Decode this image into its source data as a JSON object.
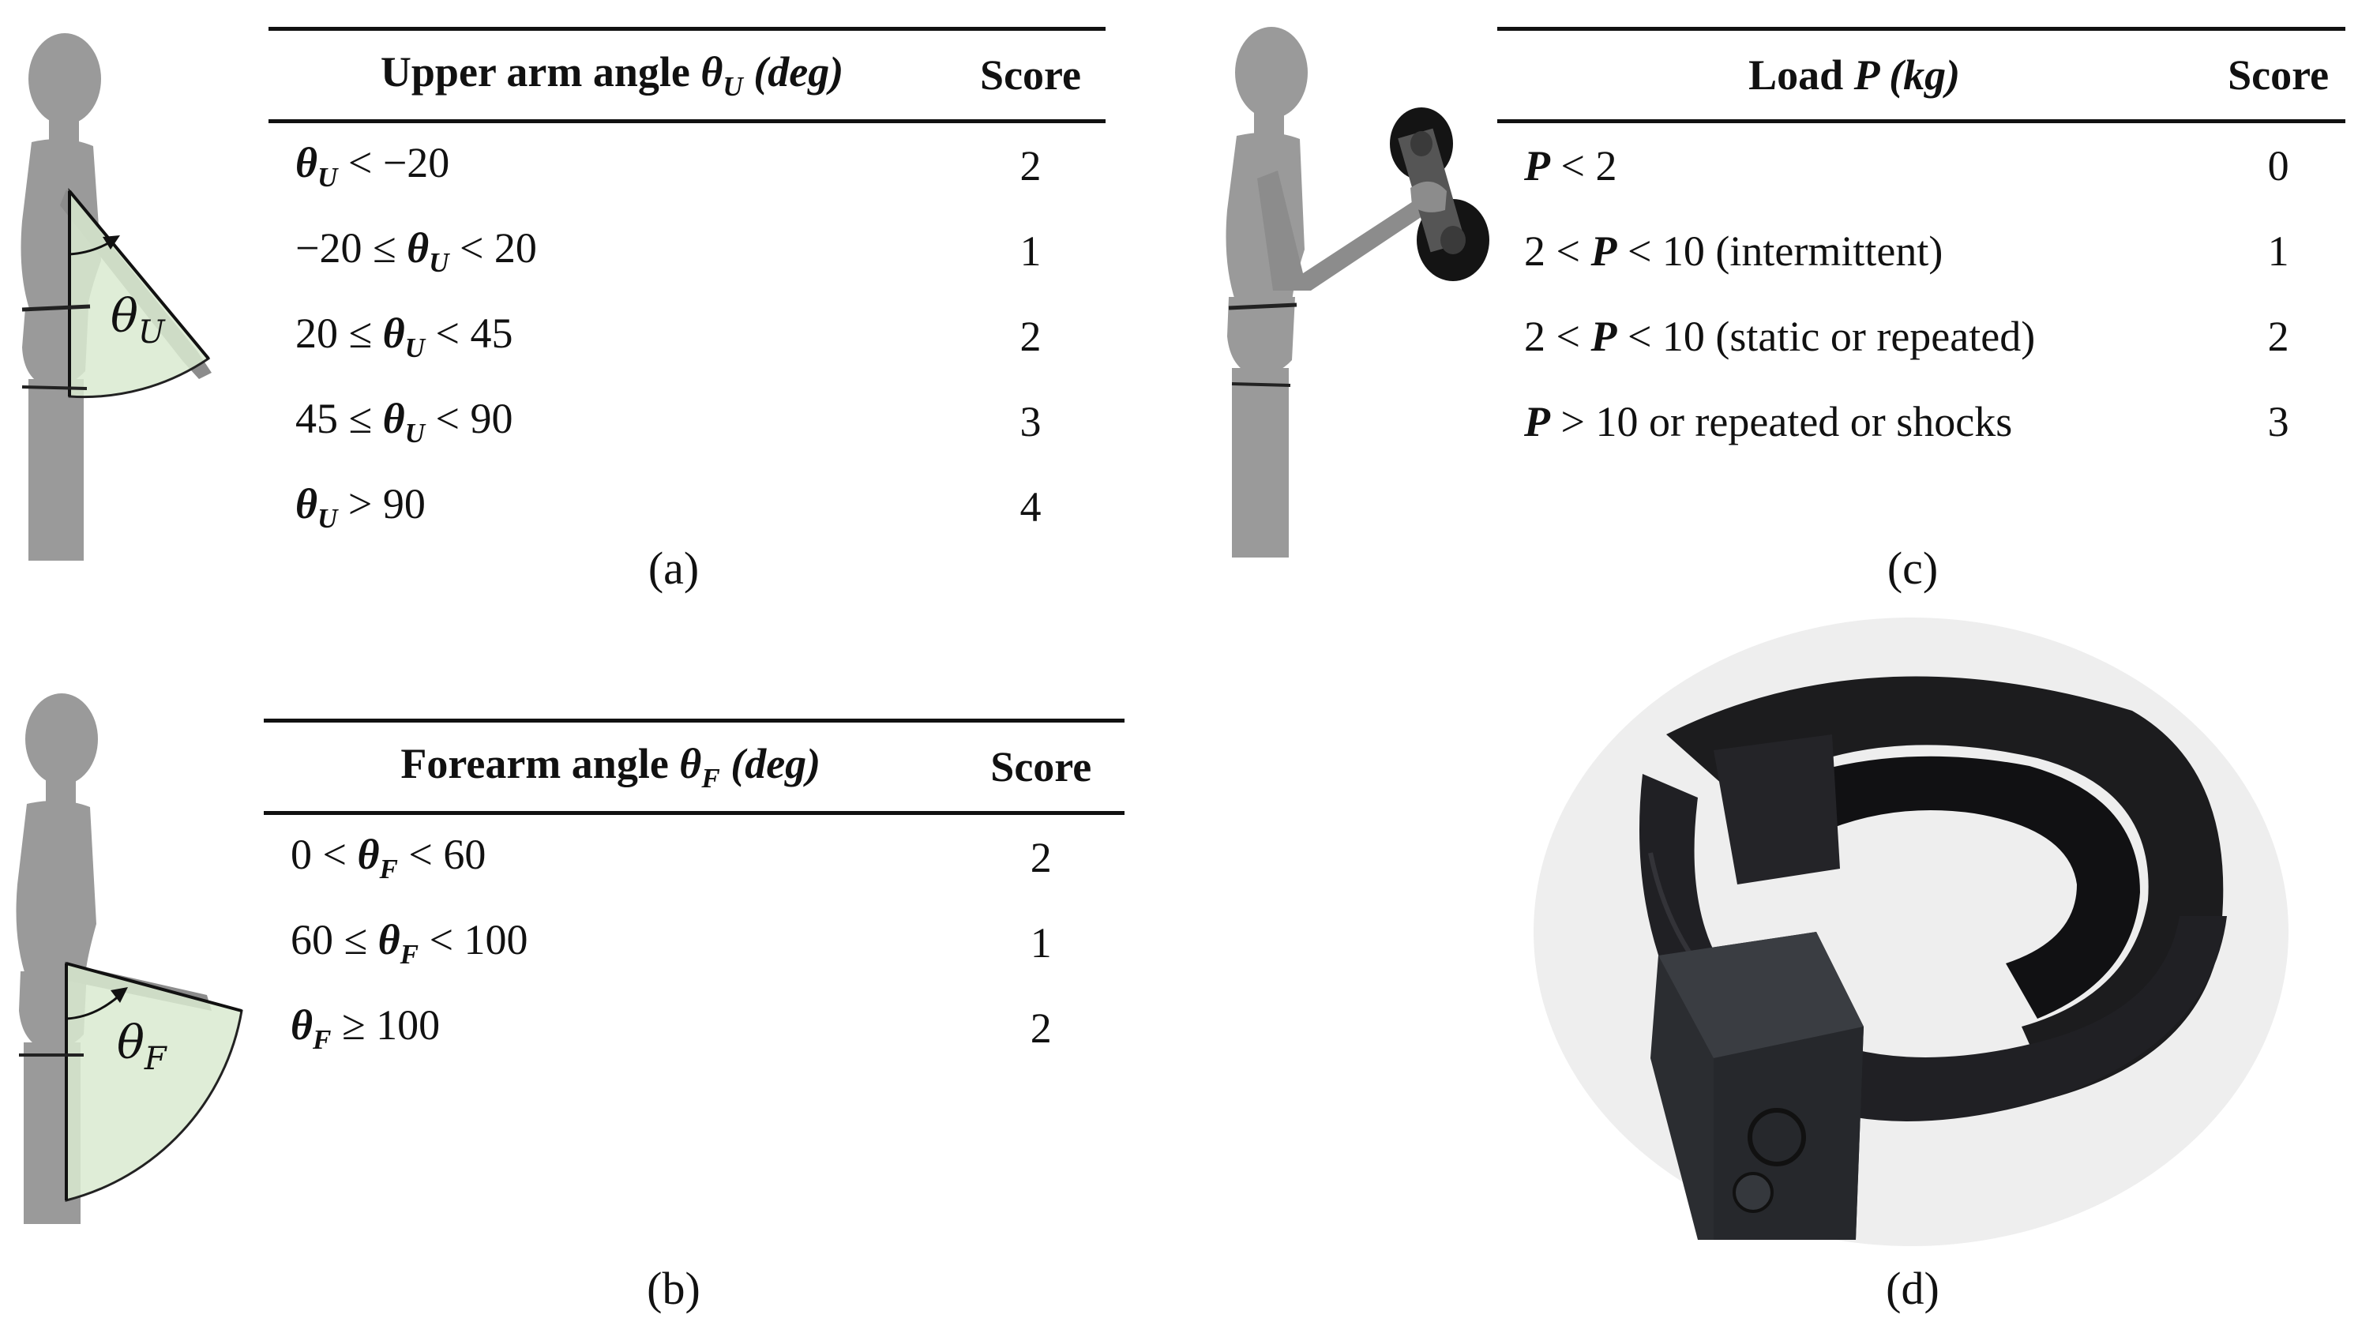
{
  "panel_a": {
    "caption": "(a)",
    "angle_symbol": "θ",
    "angle_sub": "U",
    "header": {
      "label": "Upper arm angle ",
      "symbol": "θ",
      "sub": "U",
      "unit": " (deg)",
      "score": "Score"
    },
    "rows": [
      {
        "pre": "",
        "sym": "θ",
        "sub": "U",
        "post": " < −20",
        "score": "2"
      },
      {
        "pre": "−20  ≤ ",
        "sym": "θ",
        "sub": "U",
        "post": " < 20",
        "score": "1"
      },
      {
        "pre": "20  ≤ ",
        "sym": "θ",
        "sub": "U",
        "post": " < 45",
        "score": "2"
      },
      {
        "pre": "45  ≤ ",
        "sym": "θ",
        "sub": "U",
        "post": " < 90",
        "score": "3"
      },
      {
        "pre": "",
        "sym": "θ",
        "sub": "U",
        "post": " > 90",
        "score": "4"
      }
    ]
  },
  "panel_b": {
    "caption": "(b)",
    "angle_symbol": "θ",
    "angle_sub": "F",
    "header": {
      "label": "Forearm angle ",
      "symbol": "θ",
      "sub": "F",
      "unit": " (deg)",
      "score": "Score"
    },
    "rows": [
      {
        "pre": "0 < ",
        "sym": "θ",
        "sub": "F",
        "post": " < 60",
        "score": "2"
      },
      {
        "pre": "60  ≤ ",
        "sym": "θ",
        "sub": "F",
        "post": " < 100",
        "score": "1"
      },
      {
        "pre": "",
        "sym": "θ",
        "sub": "F",
        "post": " ≥ 100",
        "score": "2"
      }
    ]
  },
  "panel_c": {
    "caption": "(c)",
    "header": {
      "label": "Load ",
      "symbol": "P",
      "unit": " (kg)",
      "score": "Score"
    },
    "rows": [
      {
        "pre": "",
        "sym": "P",
        "post": " < 2",
        "score": "0"
      },
      {
        "pre": "2 < ",
        "sym": "P",
        "post": " < 10 (intermittent)",
        "score": "1"
      },
      {
        "pre": "2 < ",
        "sym": "P",
        "post": " < 10 (static or repeated)",
        "score": "2"
      },
      {
        "pre": "",
        "sym": "P",
        "post": " > 10 or repeated or shocks",
        "score": "3"
      }
    ]
  },
  "panel_d": {
    "caption": "(d)"
  },
  "colors": {
    "figure": "#9a9a9a",
    "figure_dark": "#6f6f6f",
    "sector_fill": "#d9ead0",
    "band": "#1c1c1e",
    "sensor": "#2b2d31",
    "backdrop": "#eeeeee"
  }
}
